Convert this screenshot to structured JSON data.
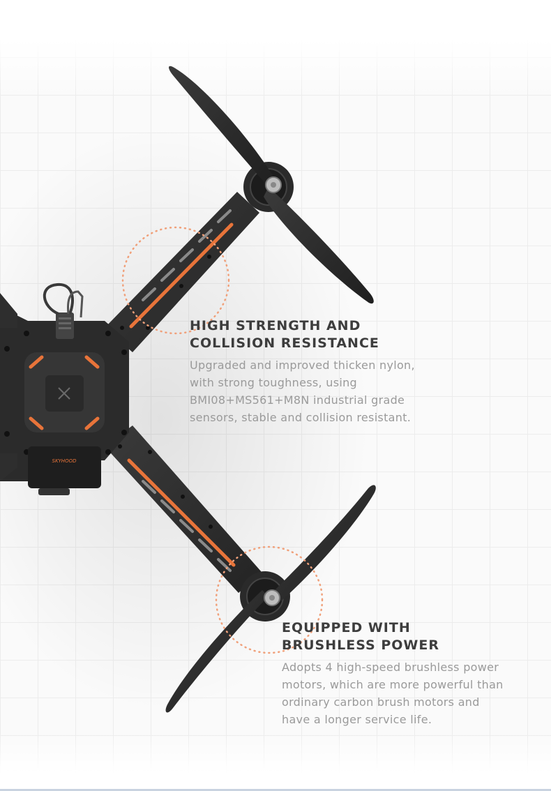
{
  "brand": {
    "logo_text": "SKYHOOD"
  },
  "features": [
    {
      "title_lines": [
        "HIGH STRENGTH AND",
        "COLLISION RESISTANCE"
      ],
      "text_lines": [
        "Upgraded and improved thicken nylon,",
        "with strong toughness, using",
        "BMI08+MS561+M8N industrial grade",
        "sensors, stable and collision resistant."
      ]
    },
    {
      "title_lines": [
        "EQUIPPED WITH",
        "BRUSHLESS POWER"
      ],
      "text_lines": [
        "Adopts 4 high-speed brushless power",
        "motors, which are more powerful than",
        "ordinary carbon brush motors and",
        "have a longer service life."
      ]
    }
  ],
  "colors": {
    "accent_orange": "#e8743a",
    "drone_body": "#2c2c2c",
    "title_text": "#3d3d3d",
    "body_text": "#9a9a9a"
  }
}
